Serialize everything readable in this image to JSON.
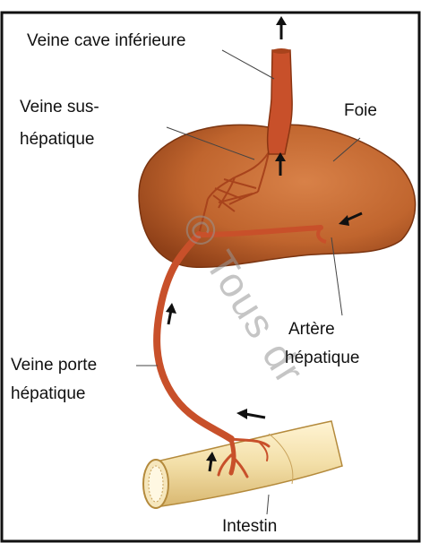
{
  "labels": {
    "vena_cava": "Veine cave inférieure",
    "hepatic_vein_1": "Veine sus-",
    "hepatic_vein_2": "hépatique",
    "liver": "Foie",
    "hepatic_artery_1": "Artère",
    "hepatic_artery_2": "hépatique",
    "portal_vein_1": "Veine porte",
    "portal_vein_2": "hépatique",
    "intestine": "Intestin"
  },
  "watermark": "© Tous dr",
  "colors": {
    "liver": "#c0652e",
    "liver_dark": "#8a3a14",
    "vessel": "#c8502a",
    "intestine": "#f3dfa8",
    "border": "#111111"
  }
}
